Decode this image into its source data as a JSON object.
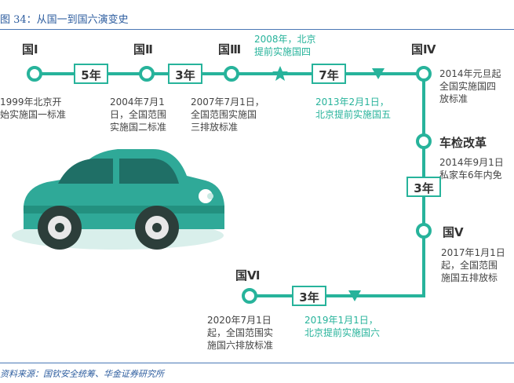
{
  "figure_title": "图 34：从国一到国六演变史",
  "source": "资料来源：国钦安全统筹、华金证券研究所",
  "stages": [
    {
      "label": "国Ⅰ",
      "desc": "1999年北京开\n始实施国一标准"
    },
    {
      "label": "国Ⅱ",
      "desc": "2004年7月1\n日，全国范围\n实施国二标准"
    },
    {
      "label": "国Ⅲ",
      "desc": "2007年7月1日，\n全国范围实施国\n三排放标准"
    },
    {
      "label": "国Ⅳ",
      "desc": "2014年元旦起\n全国实施国四\n放标准"
    },
    {
      "label": "车检改革",
      "desc": "2014年9月1日\n私家车6年内免"
    },
    {
      "label": "国Ⅴ",
      "desc": "2017年1月1日\n起，全国范围\n施国五排放标"
    },
    {
      "label": "国Ⅵ",
      "desc": "2020年7月1日\n起，全国范围实\n施国六排放标准"
    }
  ],
  "beijing_notes": [
    {
      "desc": "2008年，北京\n提前实施国四"
    },
    {
      "desc": "2013年2月1日，\n北京提前实施国五"
    },
    {
      "desc": "2019年1月1日，\n北京提前实施国六"
    }
  ],
  "gaps": [
    "5年",
    "3年",
    "7年",
    "3年",
    "3年"
  ],
  "colors": {
    "timeline": "#27b39b",
    "car_body": "#2fa998",
    "car_dark": "#1f6f66",
    "title": "#2d5d9f"
  },
  "icons": [
    "car-illustration",
    "milestone-circle",
    "star-marker",
    "down-triangle-marker"
  ]
}
